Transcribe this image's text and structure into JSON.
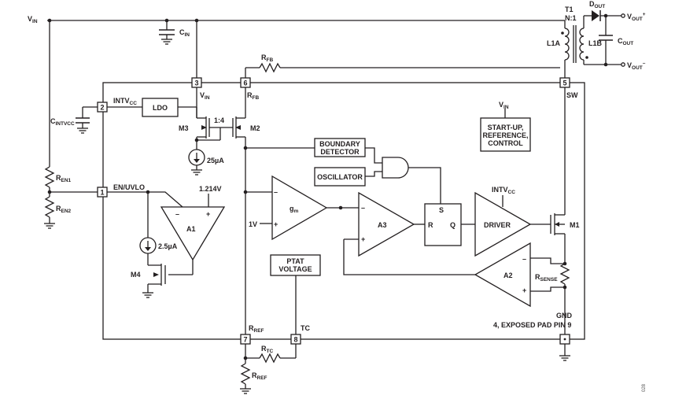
{
  "terminals": {
    "vin": {
      "main": "V",
      "sub": "IN"
    },
    "vout_pos": {
      "main": "V",
      "sub": "OUT",
      "sup": "+"
    },
    "vout_neg": {
      "main": "V",
      "sub": "OUT",
      "sup": "–"
    }
  },
  "components": {
    "cin": {
      "main": "C",
      "sub": "IN"
    },
    "cintvcc": {
      "main": "C",
      "sub": "INTVCC"
    },
    "ren1": {
      "main": "R",
      "sub": "EN1"
    },
    "ren2": {
      "main": "R",
      "sub": "EN2"
    },
    "rfb": {
      "main": "R",
      "sub": "FB"
    },
    "rtc": {
      "main": "R",
      "sub": "TC"
    },
    "rref": {
      "main": "R",
      "sub": "REF"
    },
    "t1": "T1",
    "turns": "N:1",
    "l1a": "L1A",
    "l1b": "L1B",
    "dout": {
      "main": "D",
      "sub": "OUT"
    },
    "cout": {
      "main": "C",
      "sub": "OUT"
    }
  },
  "pins": {
    "p1": "1",
    "p2": "2",
    "p3": "3",
    "p5": "5",
    "p6": "6",
    "p7": "7",
    "p8": "8"
  },
  "pin_labels": {
    "intvcc": {
      "main": "INTV",
      "sub": "CC"
    },
    "vin": {
      "main": "V",
      "sub": "IN"
    },
    "rfb": {
      "main": "R",
      "sub": "FB"
    },
    "sw": "SW",
    "en_uvlo": "EN/UVLO",
    "rref": {
      "main": "R",
      "sub": "REF"
    },
    "tc": "TC",
    "gnd": "GND",
    "exposed_pad": "4, EXPOSED PAD PIN 9"
  },
  "blocks": {
    "ldo": "LDO",
    "boundary_detector": [
      "BOUNDARY",
      "DETECTOR"
    ],
    "oscillator": "OSCILLATOR",
    "startup": [
      "START-UP,",
      "REFERENCE,",
      "CONTROL"
    ],
    "startup_vin": {
      "main": "V",
      "sub": "IN"
    },
    "ptat": [
      "PTAT",
      "VOLTAGE"
    ],
    "driver": "DRIVER",
    "driver_intvcc": {
      "main": "INTV",
      "sub": "CC"
    },
    "gm": {
      "main": "g",
      "sub": "m"
    },
    "a1": "A1",
    "a2": "A2",
    "a3": "A3",
    "sr_s": "S",
    "sr_r": "R",
    "sr_q": "Q",
    "rsense": {
      "main": "R",
      "sub": "SENSE"
    }
  },
  "devices": {
    "m1": "M1",
    "m2": "M2",
    "m3": "M3",
    "m4": "M4",
    "mirror_ratio": "1:4",
    "i25": "25µA",
    "i2_5": "2.5µA",
    "v1214": "1.214V",
    "v1": "1V"
  },
  "amp_signs": {
    "minus": "–",
    "plus": "+"
  },
  "figure_id": "028"
}
